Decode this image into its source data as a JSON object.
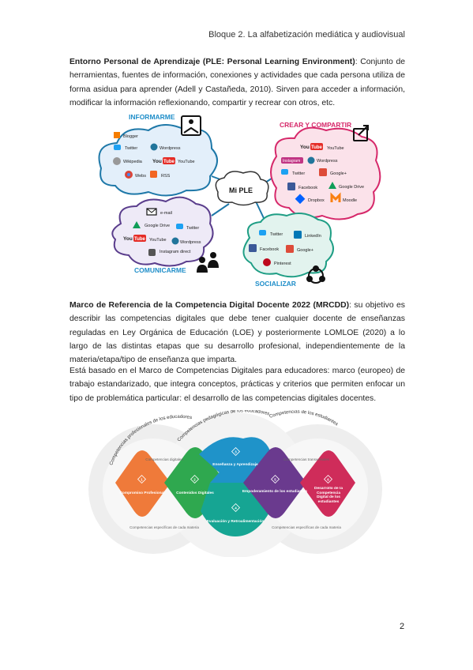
{
  "header": {
    "title": "Bloque 2. La alfabetización mediática y audiovisual"
  },
  "p1": {
    "term": "Entorno Personal de Aprendizaje (PLE: Personal Learning Environment)",
    "text": ": Conjunto de herramientas, fuentes de información, conexiones y actividades que cada persona utiliza de forma asidua para aprender (Adell y Castañeda, 2010). Sirven para acceder a información, modificar la información reflexionando, compartir y recrear con otros, etc."
  },
  "ple": {
    "center": "Mi PLE",
    "informarme": {
      "title": "INFORMARME",
      "items": [
        "Blogger",
        "Twitter",
        "Wordpress",
        "Wikipedia",
        "YouTube",
        "Webs",
        "RSS"
      ],
      "you": "You",
      "tube": "Tube"
    },
    "crear": {
      "title": "CREAR Y COMPARTIR",
      "items": [
        "YouTube",
        "Instagram",
        "Wordpress",
        "Twitter",
        "Google+",
        "Facebook",
        "Google Drive",
        "Dropbox",
        "Moodle"
      ],
      "you": "You",
      "tube": "Tube"
    },
    "comunicarme": {
      "title": "COMUNICARME",
      "items": [
        "e-mail",
        "Google Drive",
        "Twitter",
        "YouTube",
        "Wordpress",
        "Instagram direct"
      ],
      "you": "You",
      "tube": "Tube"
    },
    "socializar": {
      "title": "SOCIALIZAR",
      "items": [
        "Twitter",
        "LinkedIn",
        "Facebook",
        "Google+",
        "Pinterest"
      ]
    }
  },
  "p2": {
    "term": "Marco de Referencia de la Competencia Digital Docente 2022 (MRCDD)",
    "text": ": su objetivo es describir las competencias digitales que debe tener cualquier docente de enseñanzas reguladas en Ley Orgánica de Educación (LOE) y posteriormente LOMLOE (2020) a lo largo de las distintas etapas que su desarrollo profesional, independientemente de la materia/etapa/tipo de enseñanza que imparta."
  },
  "p3": {
    "text": "Está basado en el Marco de Competencias Digitales para educadores: marco (europeo) de trabajo estandarizado, que integra conceptos, prácticas y criterios que permiten enfocar un tipo de problemática particular: el desarrollo de las competencias digitales docentes."
  },
  "mrcdd": {
    "arc1": "Competencias profesionales de los educadores",
    "arc2": "Competencias pedagógicas de los educadores",
    "arc3": "Competencias de los estudiantes",
    "areas": [
      {
        "num": "1",
        "label": "Compromiso Profesional",
        "color": "#ef7a3a"
      },
      {
        "num": "2",
        "label": "Contenidos Digitales",
        "color": "#2fa84f"
      },
      {
        "num": "3",
        "label": "Enseñanza y Aprendizaje",
        "color": "#1f93c9"
      },
      {
        "num": "4",
        "label": "Evaluación y Retroalimentación",
        "color": "#16a593"
      },
      {
        "num": "5",
        "label": "Empoderamiento de los estudiantes",
        "color": "#6a3a8e"
      },
      {
        "num": "6",
        "label": "Desarrollo de la Competencia Digital de los estudiantes",
        "color": "#cf2c5a"
      }
    ],
    "notes": {
      "digitales": "Competencias digitales",
      "transversales": "Competencias transversales",
      "especificas_l": "Competencias específicas de cada materia",
      "especificas_r": "Competencias específicas de cada materia"
    }
  },
  "page_number": "2"
}
